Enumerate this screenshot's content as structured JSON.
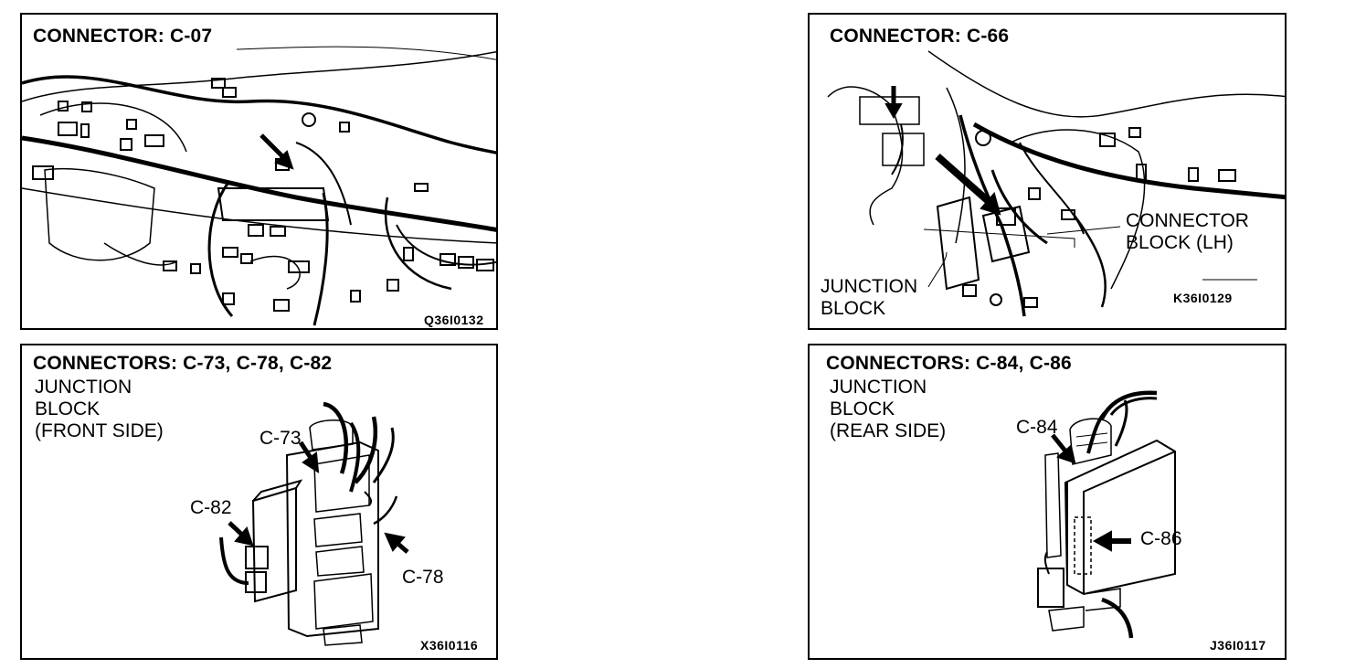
{
  "panels": [
    {
      "title": "CONNECTOR: C-07",
      "code": "Q36I0132",
      "labels": []
    },
    {
      "title": "CONNECTOR: C-66",
      "code": "K36I0129",
      "labels": [
        {
          "lines": [
            "CONNECTOR",
            "BLOCK (LH)"
          ]
        },
        {
          "lines": [
            "JUNCTION",
            "BLOCK"
          ]
        }
      ]
    },
    {
      "title": "CONNECTORS: C-73, C-78, C-82",
      "code": "X36I0116",
      "labels": [
        {
          "lines": [
            "JUNCTION",
            "BLOCK",
            "(FRONT SIDE)"
          ]
        },
        {
          "lines": [
            "C-73"
          ]
        },
        {
          "lines": [
            "C-82"
          ]
        },
        {
          "lines": [
            "C-78"
          ]
        }
      ]
    },
    {
      "title": "CONNECTORS: C-84, C-86",
      "code": "J36I0117",
      "labels": [
        {
          "lines": [
            "JUNCTION",
            "BLOCK",
            "(REAR SIDE)"
          ]
        },
        {
          "lines": [
            "C-84"
          ]
        },
        {
          "lines": [
            "C-86"
          ]
        }
      ]
    }
  ]
}
